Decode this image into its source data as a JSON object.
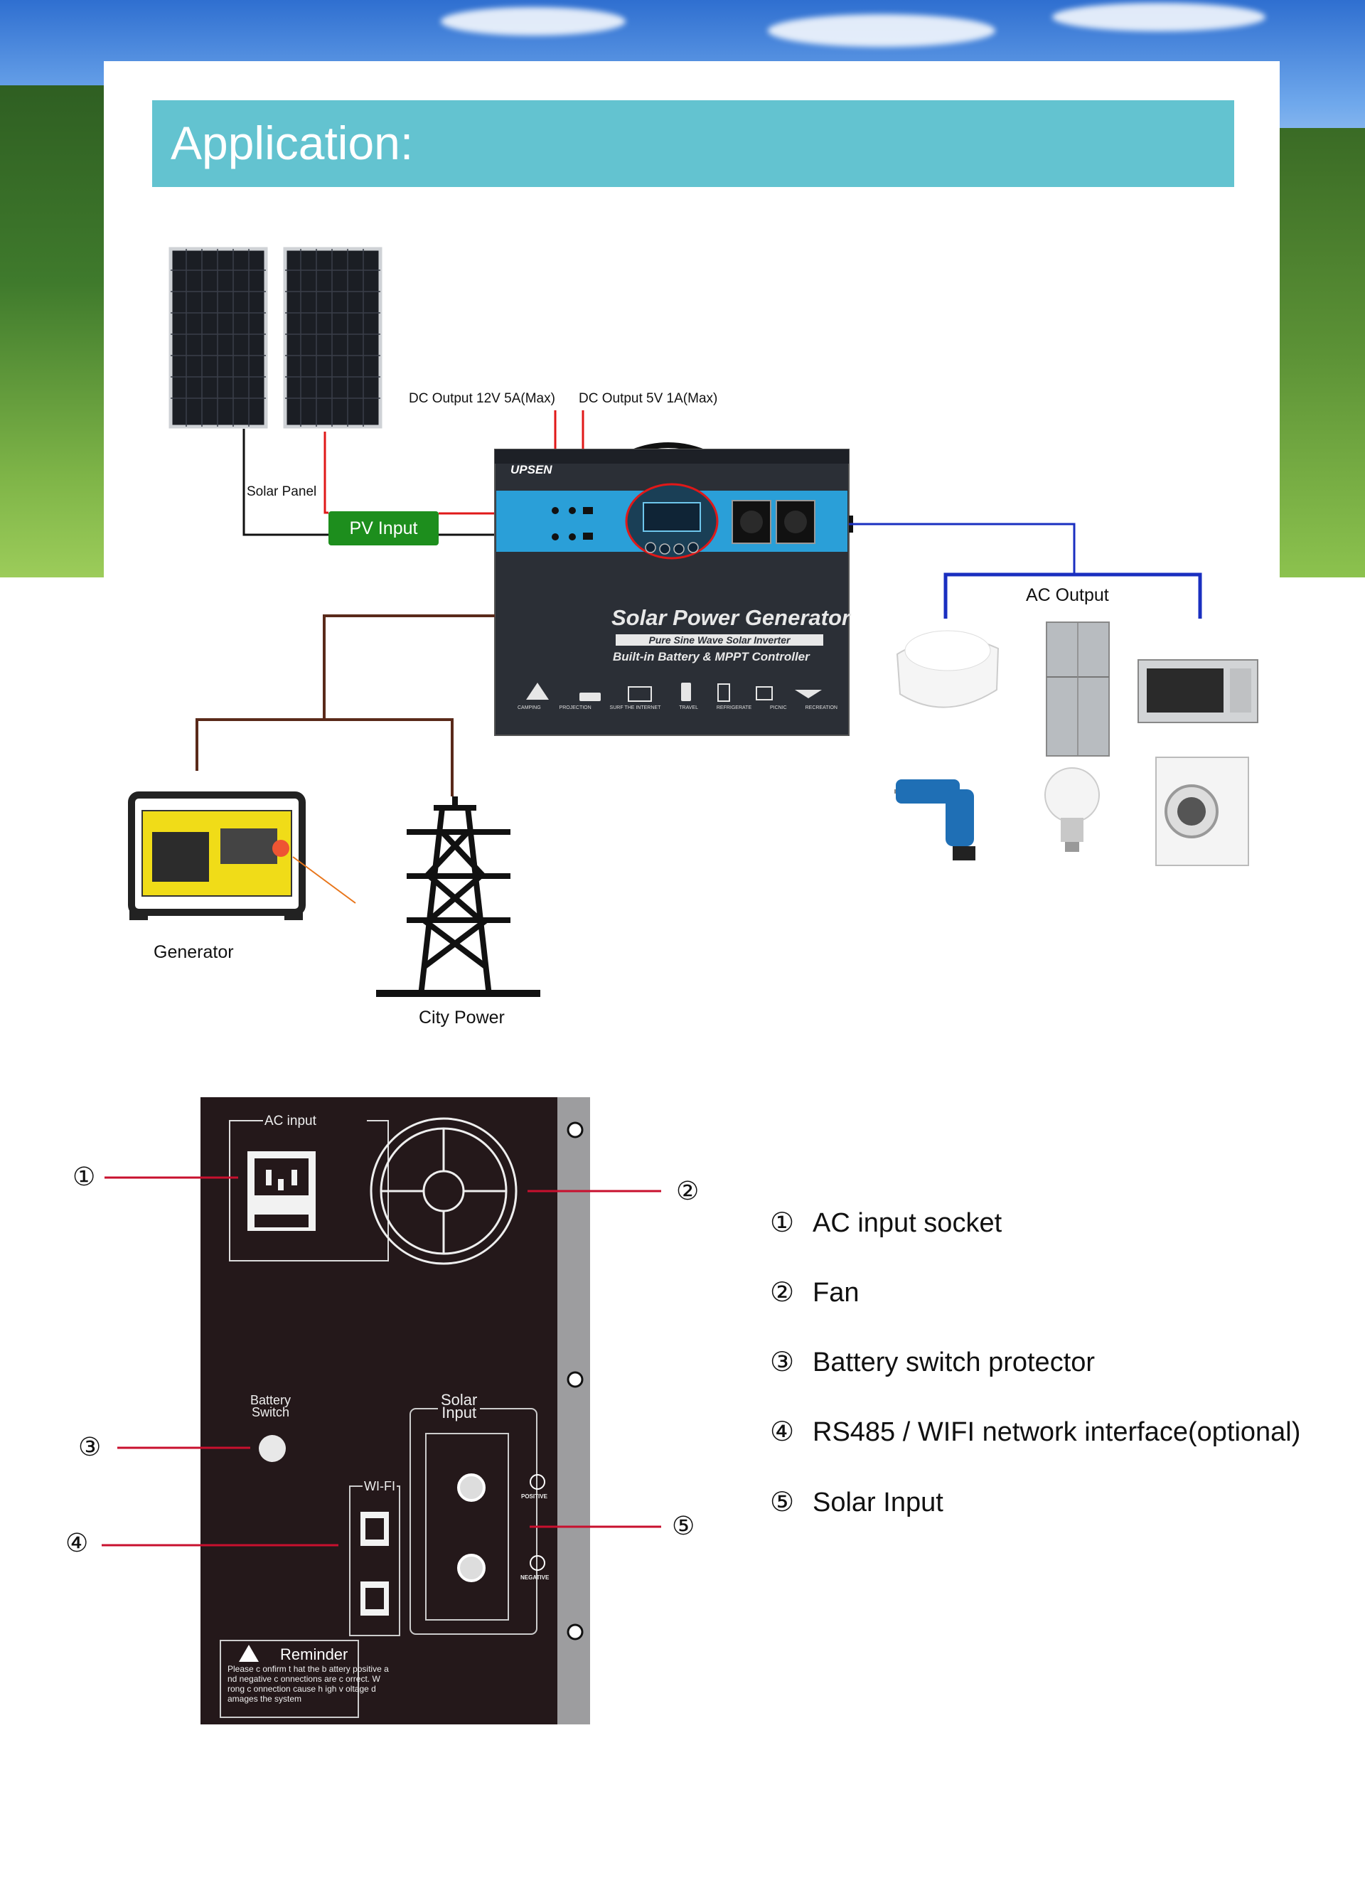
{
  "header": {
    "title": "Application:"
  },
  "labels": {
    "dc_output_12v": "DC Output 12V 5A(Max)",
    "dc_output_5v": "DC Output 5V 1A(Max)",
    "solar_panel": "Solar Panel",
    "pv_input": "PV Input",
    "ac_output": "AC Output",
    "generator": "Generator",
    "city_power": "City Power"
  },
  "device": {
    "brand": "UPSEN",
    "title": "Solar Power Generator",
    "subtitle": "Pure Sine Wave Solar Inverter",
    "feature": "Built-in Battery & MPPT Controller",
    "uses": [
      "CAMPING",
      "PROJECTION",
      "SURF THE INTERNET",
      "TRAVEL",
      "REFRIGERATE",
      "PICNIC",
      "RECREATION"
    ]
  },
  "rear_panel": {
    "ac_input_label": "AC input",
    "battery_switch_label_1": "Battery",
    "battery_switch_label_2": "Switch",
    "solar_input_label_1": "Solar",
    "solar_input_label_2": "Input",
    "wifi_label": "WI-FI",
    "positive_label": "POSITIVE",
    "negative_label": "NEGATIVE",
    "reminder_title": "Reminder",
    "reminder_text": "Please c onfirm t hat the b attery positive a nd negative c onnections are c orrect. W rong c onnection cause h igh v oltage d amages the system"
  },
  "markers": [
    "①",
    "②",
    "③",
    "④",
    "⑤"
  ],
  "legend": [
    {
      "num": "①",
      "text": "AC input socket"
    },
    {
      "num": "②",
      "text": "Fan"
    },
    {
      "num": "③",
      "text": "Battery switch protector"
    },
    {
      "num": "④",
      "text": "RS485 / WIFI network interface(optional)"
    },
    {
      "num": "⑤",
      "text": "Solar Input"
    }
  ],
  "colors": {
    "header": "#63c3d0",
    "pv_input": "#1d8e1d",
    "wire_red": "#e01818",
    "wire_blue": "#1a2fc0",
    "wire_brown": "#5a2a1a",
    "device_blue": "#2a9fd8"
  }
}
